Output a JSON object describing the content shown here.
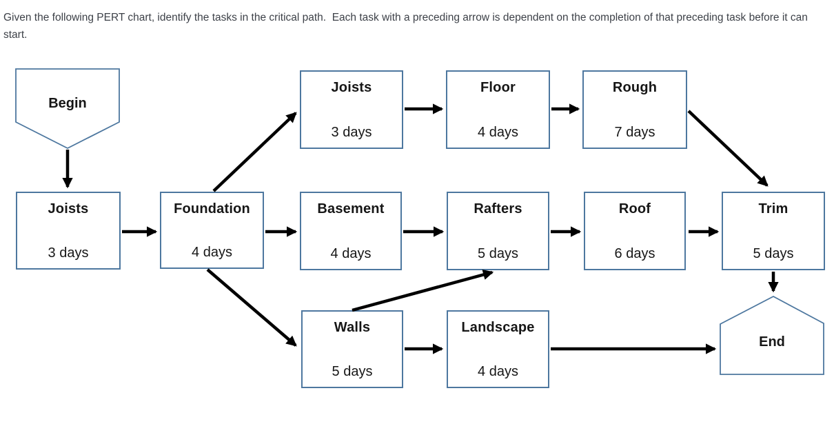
{
  "page": {
    "instructions": "Given the following PERT chart, identify the tasks in the critical path.  Each task with a preceding arrow is dependent on the completion of that preceding task before it can start."
  },
  "diagram": {
    "type": "pert-chart",
    "colors": {
      "node_border": "#4d779f",
      "arrow": "#000000",
      "node_text": "#161616",
      "instruction_text": "#3d4148",
      "background": "#ffffff"
    },
    "nodes": {
      "begin": {
        "label": "Begin",
        "shape": "pentagon-point-down"
      },
      "end": {
        "label": "End",
        "shape": "pentagon-point-up"
      },
      "joists_left": {
        "label": "Joists",
        "duration": "3 days"
      },
      "foundation": {
        "label": "Foundation",
        "duration": "4 days"
      },
      "joists_top": {
        "label": "Joists",
        "duration": "3 days"
      },
      "floor": {
        "label": "Floor",
        "duration": "4 days"
      },
      "rough": {
        "label": "Rough",
        "duration": "7 days"
      },
      "basement": {
        "label": "Basement",
        "duration": "4 days"
      },
      "rafters": {
        "label": "Rafters",
        "duration": "5 days"
      },
      "roof": {
        "label": "Roof",
        "duration": "6 days"
      },
      "trim": {
        "label": "Trim",
        "duration": "5 days"
      },
      "walls": {
        "label": "Walls",
        "duration": "5 days"
      },
      "landscape": {
        "label": "Landscape",
        "duration": "4 days"
      }
    },
    "edges": [
      {
        "from": "begin",
        "to": "joists_left"
      },
      {
        "from": "joists_left",
        "to": "foundation"
      },
      {
        "from": "foundation",
        "to": "joists_top"
      },
      {
        "from": "foundation",
        "to": "basement"
      },
      {
        "from": "foundation",
        "to": "walls"
      },
      {
        "from": "joists_top",
        "to": "floor"
      },
      {
        "from": "floor",
        "to": "rough"
      },
      {
        "from": "rough",
        "to": "trim"
      },
      {
        "from": "basement",
        "to": "rafters"
      },
      {
        "from": "walls",
        "to": "rafters"
      },
      {
        "from": "rafters",
        "to": "roof"
      },
      {
        "from": "roof",
        "to": "trim"
      },
      {
        "from": "trim",
        "to": "end"
      },
      {
        "from": "walls",
        "to": "landscape"
      },
      {
        "from": "landscape",
        "to": "end"
      }
    ]
  }
}
